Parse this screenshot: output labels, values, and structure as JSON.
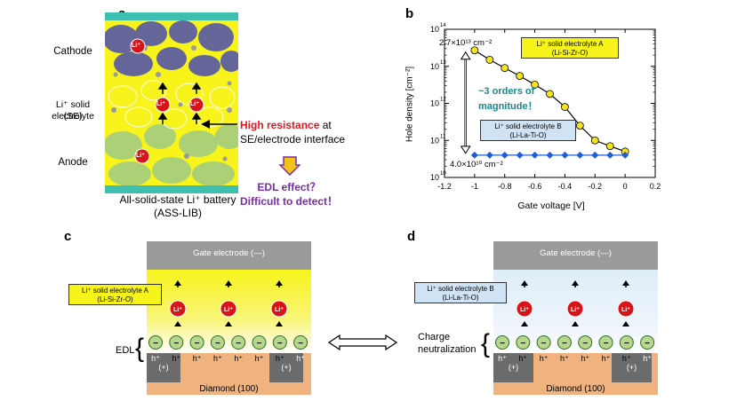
{
  "panels": {
    "a": "a",
    "b": "b",
    "c": "c",
    "d": "d"
  },
  "panel_a": {
    "cathode": "Cathode",
    "se_line1": "Li⁺ solid electrolyte",
    "se_line2": "(SE)",
    "anode": "Anode",
    "ion": "Li⁺",
    "high_resistance": "High  resistance",
    "at": " at",
    "interface": "SE/electrode interface",
    "battery_line1": "All-solid-state Li⁺ battery",
    "battery_line2": "(ASS-LIB)",
    "edl_q1": "EDL effect？",
    "edl_q2": "Difficult to detect！",
    "colors": {
      "accent_red": "#e8141b",
      "purple": "#7a2aa6",
      "electrolyte": "#f7f31b",
      "cathode": "#5d5fa0",
      "anode": "#a8cf7a"
    }
  },
  "panel_b": {
    "ylabel": "Hole density  [cm⁻²]",
    "xlabel": "Gate voltage [V]",
    "ytick_base": "10",
    "annot_top": "2.7×10¹³ cm⁻²",
    "annot_bottom": "4.0×10¹⁰ cm⁻²",
    "orders_line1": "~3 orders of",
    "orders_line2": "magnitude！",
    "legend_a_line1": "Li⁺ solid electrolyte A",
    "legend_a_line2": "(Li-Si-Zr-O)",
    "legend_b_line1": "Li⁺ solid electrolyte B",
    "legend_b_line2": "(Li-La-Ti-O)"
  },
  "chart_data": {
    "type": "scatter",
    "title": "",
    "xlabel": "Gate voltage [V]",
    "ylabel": "Hole density  [cm⁻²]",
    "xlim": [
      -1.2,
      0.2
    ],
    "ylim": [
      10000000000.0,
      100000000000000.0
    ],
    "yscale": "log",
    "xticks": [
      "-1.2",
      "-1",
      "-0.8",
      "-0.6",
      "-0.4",
      "-0.2",
      "0",
      "0.2"
    ],
    "yticks_exp": [
      "10",
      "11",
      "12",
      "13",
      "14"
    ],
    "series": [
      {
        "name": "Li⁺ solid electrolyte A (Li-Si-Zr-O)",
        "color": "#f5e41a",
        "x": [
          -1.0,
          -0.9,
          -0.8,
          -0.7,
          -0.6,
          -0.5,
          -0.4,
          -0.3,
          -0.2,
          -0.1,
          0.0
        ],
        "y": [
          27000000000000.0,
          15000000000000.0,
          9000000000000.0,
          5500000000000.0,
          3200000000000.0,
          1800000000000.0,
          800000000000.0,
          250000000000.0,
          100000000000.0,
          70000000000.0,
          50000000000.0
        ]
      },
      {
        "name": "Li⁺ solid electrolyte B (Li-La-Ti-O)",
        "color": "#1f5fd6",
        "x": [
          -1.0,
          -0.9,
          -0.8,
          -0.7,
          -0.6,
          -0.5,
          -0.4,
          -0.3,
          -0.2,
          -0.1,
          0.0
        ],
        "y": [
          40000000000.0,
          40000000000.0,
          40000000000.0,
          40000000000.0,
          40000000000.0,
          40000000000.0,
          40000000000.0,
          40000000000.0,
          40000000000.0,
          40000000000.0,
          40000000000.0
        ]
      }
    ]
  },
  "panel_c": {
    "gate": "Gate electrode (—)",
    "se_line1": "Li⁺ solid electrolyte A",
    "se_line2": "(Li-Si-Zr-O)",
    "edl": "EDL",
    "diamond": "Diamond (100)",
    "plus": "(+)",
    "hole": "h⁺",
    "ion": "Li⁺",
    "minus": "−"
  },
  "panel_d": {
    "gate": "Gate electrode (—)",
    "se_line1": "Li⁺ solid electrolyte B",
    "se_line2": "(Li-La-Ti-O)",
    "charge_line1": "Charge",
    "charge_line2": "neutralization",
    "diamond": "Diamond (100)",
    "plus": "(+)",
    "hole": "h⁺",
    "ion": "Li⁺",
    "minus": "−"
  }
}
